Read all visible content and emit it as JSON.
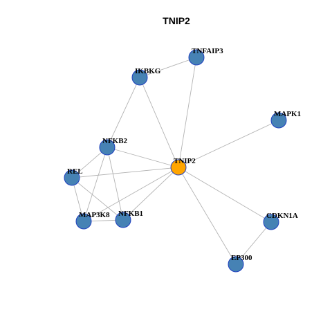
{
  "title": "TNIP2",
  "colors": {
    "node_fill": "#4682b4",
    "node_stroke": "#1f3fbf",
    "center_fill": "#ffa500",
    "center_stroke": "#1f3fbf",
    "edge": "#b3b3b3"
  },
  "nodes": [
    {
      "id": "TNIP2",
      "label": "TNIP2",
      "center": true
    },
    {
      "id": "TNFAIP3",
      "label": "TNFAIP3"
    },
    {
      "id": "IKBKG",
      "label": "IKBKG"
    },
    {
      "id": "MAPK1",
      "label": "MAPK1"
    },
    {
      "id": "NFKB2",
      "label": "NFKB2"
    },
    {
      "id": "REL",
      "label": "REL"
    },
    {
      "id": "MAP3K8",
      "label": "MAP3K8"
    },
    {
      "id": "NFKB1",
      "label": "NFKB1"
    },
    {
      "id": "CDKN1A",
      "label": "CDKN1A"
    },
    {
      "id": "EP300",
      "label": "EP300"
    }
  ],
  "edges": [
    [
      "TNIP2",
      "TNFAIP3"
    ],
    [
      "TNIP2",
      "IKBKG"
    ],
    [
      "TNIP2",
      "MAPK1"
    ],
    [
      "TNIP2",
      "NFKB2"
    ],
    [
      "TNIP2",
      "REL"
    ],
    [
      "TNIP2",
      "MAP3K8"
    ],
    [
      "TNIP2",
      "NFKB1"
    ],
    [
      "TNIP2",
      "CDKN1A"
    ],
    [
      "TNIP2",
      "EP300"
    ],
    [
      "IKBKG",
      "TNFAIP3"
    ],
    [
      "IKBKG",
      "NFKB2"
    ],
    [
      "NFKB2",
      "REL"
    ],
    [
      "NFKB2",
      "MAP3K8"
    ],
    [
      "NFKB2",
      "NFKB1"
    ],
    [
      "REL",
      "MAP3K8"
    ],
    [
      "REL",
      "NFKB1"
    ],
    [
      "MAP3K8",
      "NFKB1"
    ],
    [
      "CDKN1A",
      "EP300"
    ]
  ]
}
